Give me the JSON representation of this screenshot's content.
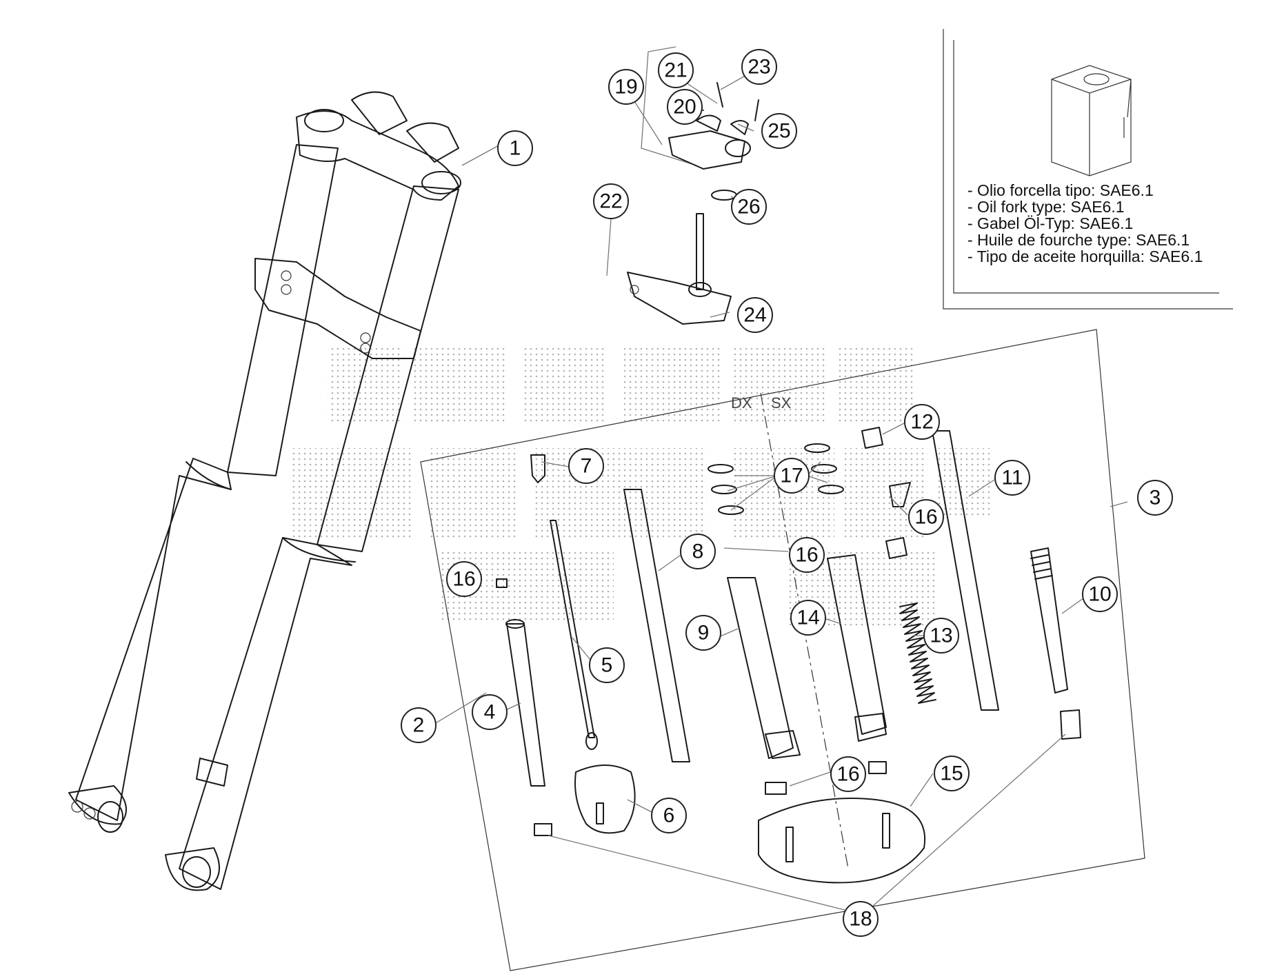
{
  "side_labels": {
    "right": "DX",
    "left": "SX"
  },
  "oil_note": [
    "- Olio forcella tipo: SAE6.1",
    "- Oil fork type: SAE6.1",
    "- Gabel Öl-Typ: SAE6.1",
    "- Huile de fourche type: SAE6.1",
    "- Tipo de aceite horquilla: SAE6.1"
  ],
  "callouts": {
    "c1": "1",
    "c2": "2",
    "c3": "3",
    "c4": "4",
    "c5": "5",
    "c6": "6",
    "c7": "7",
    "c8": "8",
    "c9": "9",
    "c10": "10",
    "c11": "11",
    "c12": "12",
    "c13": "13",
    "c14": "14",
    "c15": "15",
    "c16a": "16",
    "c16b": "16",
    "c16c": "16",
    "c16d": "16",
    "c17": "17",
    "c18": "18",
    "c19": "19",
    "c20": "20",
    "c21": "21",
    "c22": "22",
    "c23": "23",
    "c24": "24",
    "c25": "25",
    "c26": "26"
  }
}
